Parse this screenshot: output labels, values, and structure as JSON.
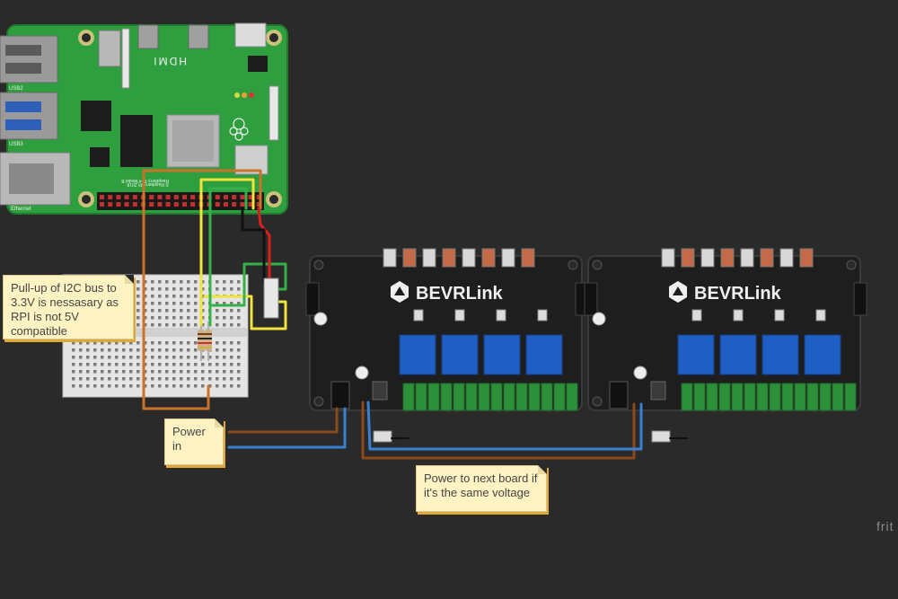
{
  "pi": {
    "hdmi_label": "HDMI",
    "usb2_label": "USB2",
    "usb3_label": "USB3",
    "ethernet_label": "Ethernet",
    "model_text": "Raspberry Pi 4 Model B",
    "copyright_text": "© Raspberry Pi 2018"
  },
  "boards": [
    {
      "brand": "BEVRLink"
    },
    {
      "brand": "BEVRLink"
    }
  ],
  "notes": {
    "pullup": "Pull-up of I2C bus to 3.3V is nessasary as RPI is not 5V compatible",
    "power_in": "Power in",
    "power_next": "Power to next board if it's the same voltage"
  },
  "watermark": "frit",
  "colors": {
    "background": "#2a2a2a",
    "pi_pcb": "#2e9e3e",
    "relay_board": "#1e1e1e",
    "relay": "#1f5ec4",
    "terminal": "#2c8f3a",
    "wire_orange": "#c8732a",
    "wire_yellow": "#f2e33a",
    "wire_green": "#33b24a",
    "wire_red": "#d8211c",
    "wire_black": "#111111",
    "wire_brown": "#8a4a1c",
    "wire_blue": "#3a7fd0"
  }
}
